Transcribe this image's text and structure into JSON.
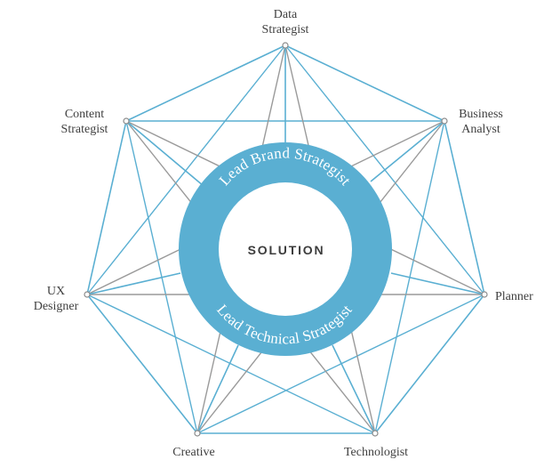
{
  "colors": {
    "accent": "#5aafd2",
    "gray_line": "#9a9a9a",
    "text": "#3f3f3f",
    "background": "#ffffff"
  },
  "center": {
    "label": "SOLUTION"
  },
  "ring": {
    "top_label": "Lead Brand Strategist",
    "bottom_label": "Lead Technical Strategist"
  },
  "nodes": [
    {
      "id": "data-strategist",
      "lines": [
        "Data",
        "Strategist"
      ]
    },
    {
      "id": "business-analyst",
      "lines": [
        "Business",
        "Analyst"
      ]
    },
    {
      "id": "planner",
      "lines": [
        "Planner"
      ]
    },
    {
      "id": "technologist",
      "lines": [
        "Technologist"
      ]
    },
    {
      "id": "creative",
      "lines": [
        "Creative"
      ]
    },
    {
      "id": "ux-designer",
      "lines": [
        "UX",
        "Designer"
      ]
    },
    {
      "id": "content-strategist",
      "lines": [
        "Content",
        "Strategist"
      ]
    }
  ]
}
